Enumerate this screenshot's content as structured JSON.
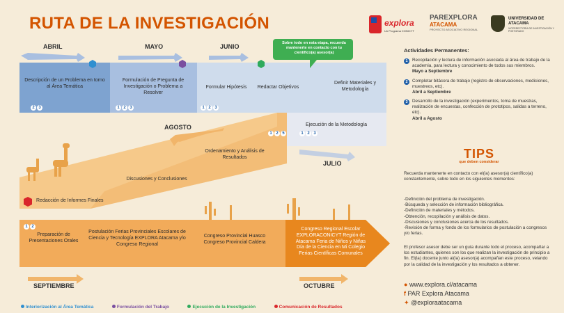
{
  "title": "RUTA DE LA INVESTIGACIÓN",
  "logos": {
    "explora": "explora",
    "explora_sub": "Un Programa CONICYT",
    "parexplora": "PAREXPLORA",
    "atacama": "ATACAMA",
    "par_sub": "PROYECTO ASOCIATIVO REGIONAL",
    "uda": "UNIVERSIDAD DE ATACAMA",
    "uda_sub": "VICERRECTORÍA DE INVESTIGACIÓN Y POSTGRADO"
  },
  "months": {
    "abril": "ABRIL",
    "mayo": "MAYO",
    "junio": "JUNIO",
    "agosto": "AGOSTO",
    "julio": "JULIO",
    "septiembre": "SEPTIEMBRE",
    "octubre": "OCTUBRE"
  },
  "callout": "Sobre todo en esta etapa, recuerda mantenerte en contacto con tu científico(a) asesor(a)",
  "stages": {
    "s1": "Descripción de un Problema en torno al Área Temática",
    "s2": "Formulación de Pregunta de Investigación o Problema a Resolver",
    "s3": "Formular Hipótesis",
    "s4": "Redactar Objetivos",
    "s5": "Definir Materiales y Metodología",
    "s6": "Ejecución de la Metodología",
    "s7": "Ordenamiento y Análisis de Resultados",
    "s8": "Discusiones y Conclusiones",
    "s9": "Redacción de Informes Finales",
    "s10": "Preparación de Presentaciones Orales",
    "s11": "Postulación Ferias Provinciales Escolares de Ciencia y Tecnología EXPLORA Atacama y/o Congreso Regional",
    "s12": "Congreso Provincial Huasco Congreso Provincial Caldera",
    "s13": "Congreso Regional Escolar EXPLORACONICYT Región de Atacama Feria de Niños y Niñas Día de la Ciencia en Mi Colegio Ferias Científicas Comunales"
  },
  "badges": {
    "n1": "2",
    "n2": "3",
    "n3": "1",
    "n5": "5"
  },
  "right": {
    "heading": "Actividades Permanentes:",
    "items": [
      {
        "num": "1",
        "text": "Recopilación y lectura de información asociada al área de trabajo de la academia, para lectura y conocimiento de todos sus miembros.",
        "when": "Mayo a Septiembre"
      },
      {
        "num": "2",
        "text": "Completar bitácora de trabajo (registro de observaciones, mediciones, muestreos, etc).",
        "when": "Abril a Septiembre"
      },
      {
        "num": "3",
        "text": "Desarrollo de la investigación (experimentos, toma de muestras, realización de encuestas, confección de prototipos, salidas a terreno, etc).",
        "when": "Abril a Agosto"
      }
    ],
    "tips_title": "TIPS",
    "tips_sub": "que deben considerar",
    "tips_intro": "Recuerda mantenerte en contacto con el(la) asesor(a) científico(a) constantemente, sobre todo en los siguientes momentos:",
    "tips_list": [
      "-Definición del problema de investigación.",
      "-Búsqueda y selección de información bibliográfica.",
      "-Definición de materiales y métodos.",
      "-Obtención, recopilación y análisis de datos.",
      "-Discusiones y conclusiones acerca de los resultados.",
      "-Revisión de forma y fondo de los formularios de postulación a congresos y/o ferias."
    ],
    "closing": "El profesor asesor debe ser un guía durante todo el proceso, acompañar a los estudiantes, quienes son los que realizan la investigación de principio a fin. El(la) docente junto al(la) asesor(a) acompañan este proceso, velando por la calidad de la investigación y los resultados a obtener.",
    "web": "www.explora.cl/atacama",
    "facebook": "PAR Explora Atacama",
    "twitter": "@exploraatacama"
  },
  "legend": {
    "l1": "Interiorización al Área Temática",
    "l2": "Formulación del Trabajo",
    "l3": "Ejecución de la Investigación",
    "l4": "Comunicación de Resultados"
  },
  "colors": {
    "blue": "#2f8fd0",
    "purple": "#7a4fa0",
    "green": "#2eaa5c",
    "red": "#d9262b",
    "orange": "#e8871e",
    "title": "#d35400"
  }
}
